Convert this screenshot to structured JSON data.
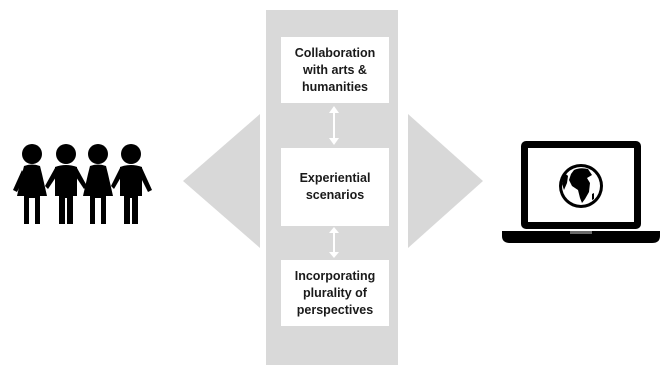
{
  "diagram": {
    "boxes": [
      {
        "label": "Collaboration with arts & humanities"
      },
      {
        "label": "Experiential scenarios"
      },
      {
        "label": "Incorporating plurality of perspectives"
      }
    ],
    "icons": {
      "left": "group-of-people-icon",
      "right": "laptop-with-globe-icon"
    },
    "colors": {
      "arrow_fill": "#d8d8d8",
      "column_fill": "#d9d9d9",
      "box_fill": "#ffffff",
      "icon_fill": "#000000"
    }
  }
}
